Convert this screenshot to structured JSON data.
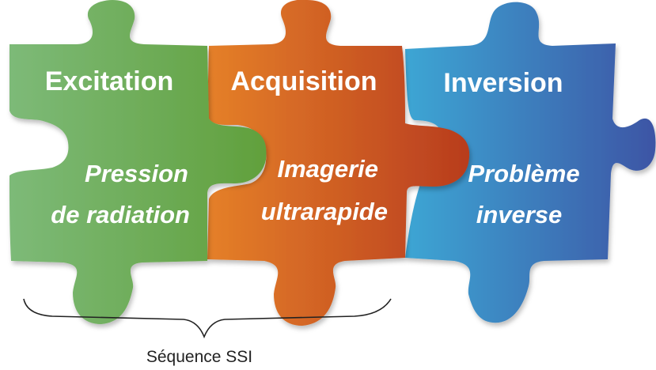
{
  "pieces": [
    {
      "title": "Excitation",
      "lines": [
        "Pression",
        "de radiation"
      ],
      "color_light": "#7bb872",
      "color_dark": "#5e9a3a"
    },
    {
      "title": "Acquisition",
      "lines": [
        "Imagerie",
        "ultrarapide"
      ],
      "color_light": "#e0782a",
      "color_dark": "#b8421f"
    },
    {
      "title": "Inversion",
      "lines": [
        "Problème",
        "inverse"
      ],
      "color_light": "#3aa0cf",
      "color_dark": "#3f56a6"
    }
  ],
  "brace_label": "Séquence SSI"
}
